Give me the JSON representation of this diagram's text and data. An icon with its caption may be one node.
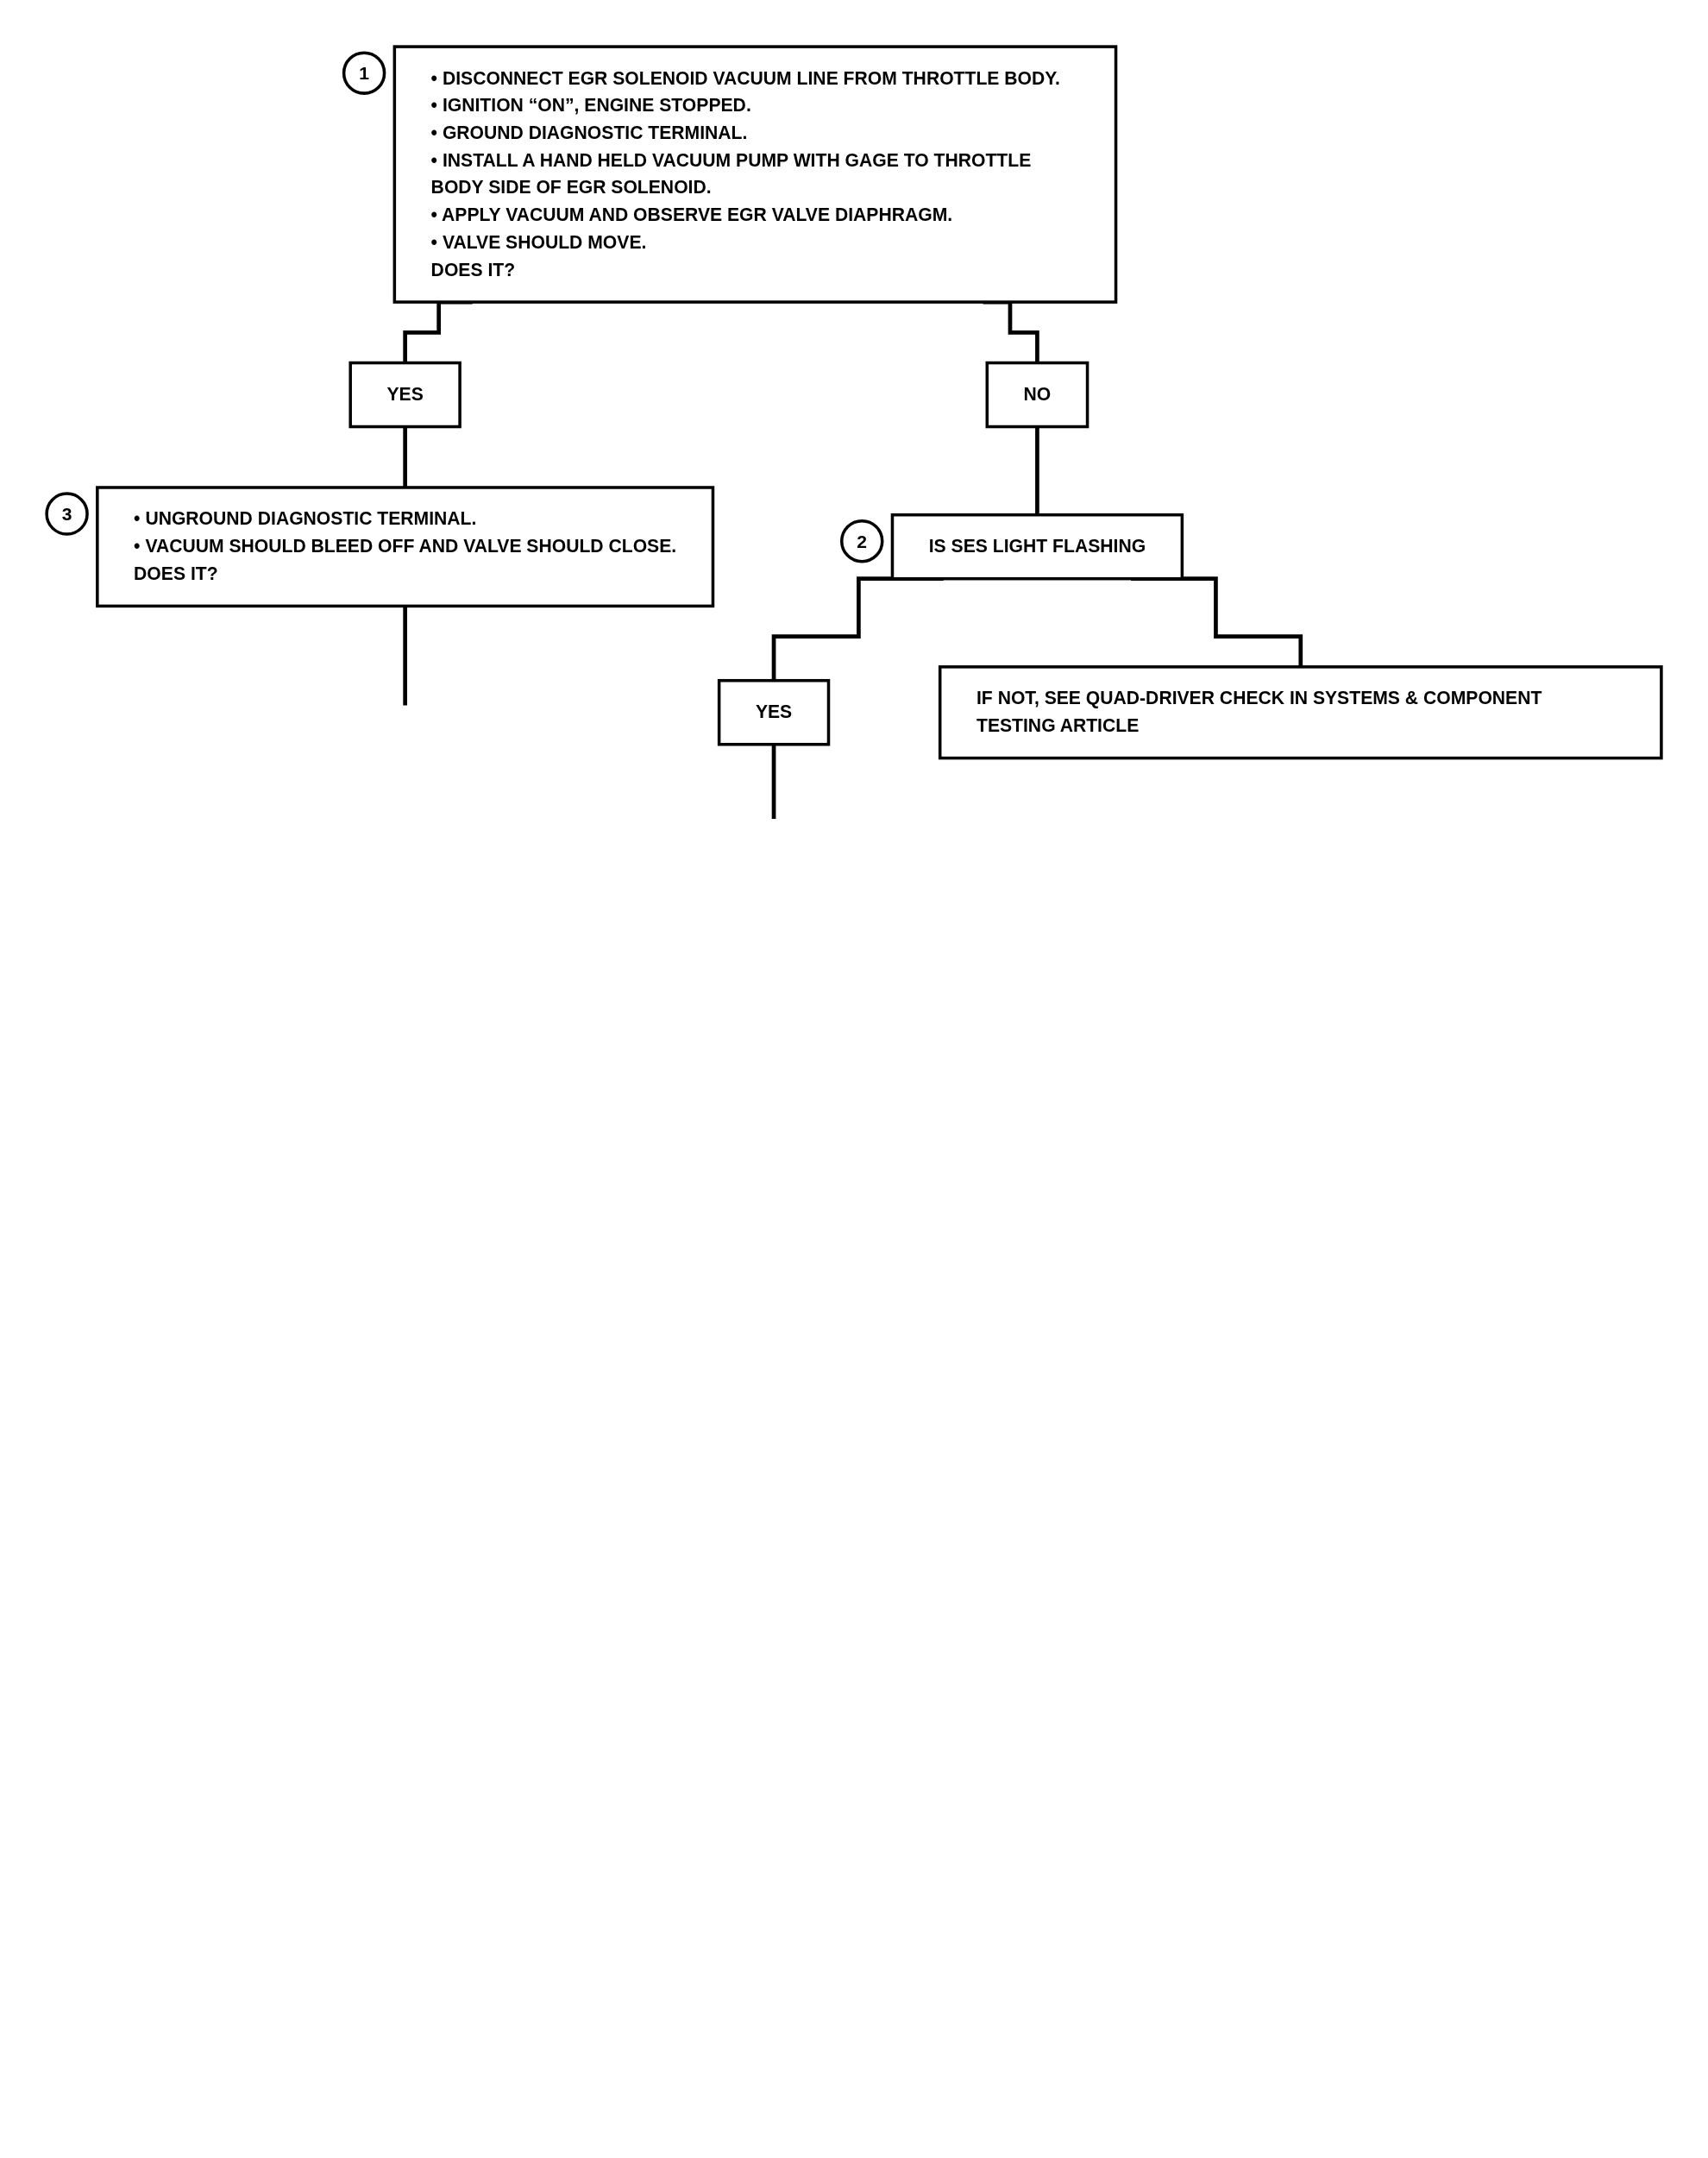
{
  "diagram": {
    "nodes": [
      {
        "text": [
          "• DISCONNECT EGR SOLENOID VACUUM LINE FROM THROTTLE BODY.",
          "• IGNITION “ON”, ENGINE STOPPED.",
          "• GROUND DIAGNOSTIC TERMINAL.",
          "• INSTALL A HAND HELD VACUUM PUMP WITH GAGE TO THROTTLE BODY SIDE OF EGR SOLENOID.",
          "• APPLY VACUUM AND OBSERVE EGR VALVE DIAPHRAGM.",
          "• VALVE SHOULD MOVE.",
          "DOES IT?"
        ],
        "beside": [
          "1"
        ]
      },
      {
        "text": [
          "YES"
        ]
      },
      {
        "text": [
          "NO"
        ]
      },
      {
        "text": [
          "• UNGROUND DIAGNOSTIC TERMINAL.",
          "• VACUUM SHOULD BLEED OFF AND VALVE SHOULD CLOSE.",
          "DOES IT?"
        ],
        "beside": [
          "3"
        ]
      },
      {
        "text": [
          "IS SES LIGHT FLASHING"
        ],
        "beside": [
          "2"
        ]
      },
      {
        "text": [
          "YES"
        ]
      },
      {
        "text": [
          "IF NOT, SEE QUAD-DRIVER CHECK IN SYSTEMS & COMPONENT TESTING ARTICLE"
        ]
      }
    ],
    "edges": [
      {
        "from": 0,
        "to": 1,
        "arrow": "none"
      },
      {
        "from": 0,
        "to": 2,
        "arrow": "none"
      },
      {
        "from": 1,
        "to": 3,
        "arrow": "none"
      },
      {
        "from": 2,
        "to": 4,
        "arrow": "none"
      },
      {
        "from": 4,
        "to": 5,
        "arrow": "none"
      },
      {
        "from": 4,
        "to": 6,
        "arrow": "none"
      },
      {
        "from": 3,
        "to": null,
        "arrow": "none"
      },
      {
        "from": 5,
        "to": null,
        "arrow": "none"
      }
    ]
  }
}
